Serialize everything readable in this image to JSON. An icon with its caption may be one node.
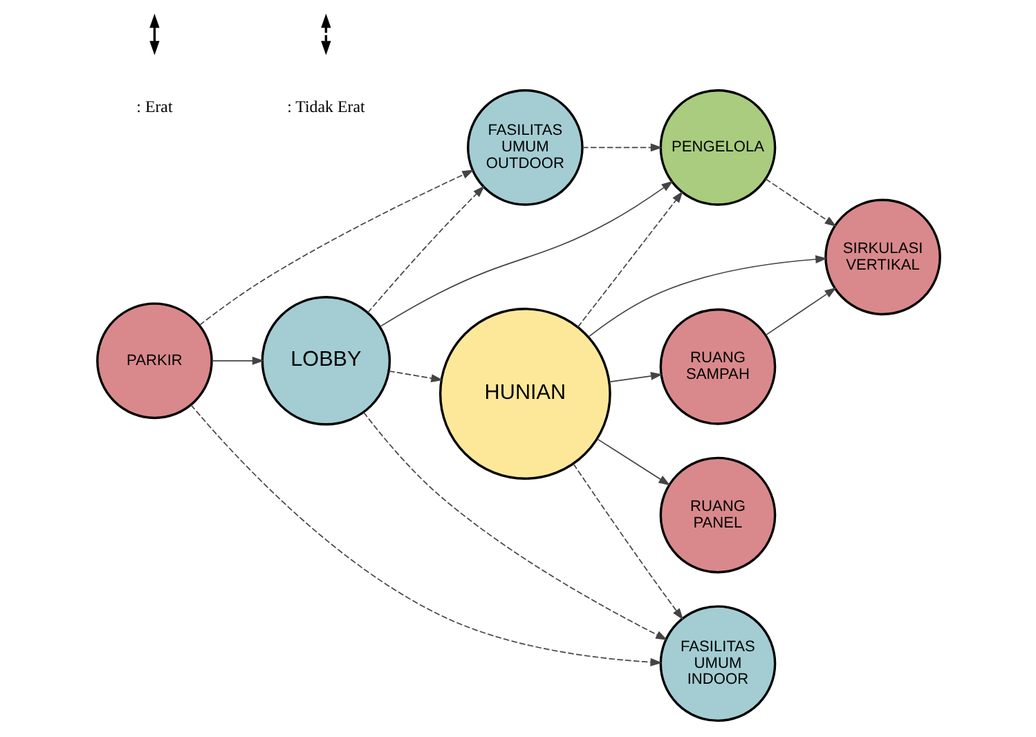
{
  "diagram": {
    "nodes": [
      {
        "text": [
          "SIRKULASI VERTIKAL"
        ]
      },
      {
        "text": [
          "PENGELOLA"
        ]
      },
      {
        "text": [
          "FASILITAS UMUM OUTDOOR"
        ]
      },
      {
        "text": [
          "RUANG SAMPAH"
        ]
      },
      {
        "text": [
          "LOBBY"
        ]
      },
      {
        "text": [
          "HUNIAN"
        ]
      },
      {
        "text": [
          "RUANG PANEL"
        ]
      },
      {
        "text": [
          "FASILITAS UMUM INDOOR"
        ]
      },
      {
        "text": [
          "PARKIR"
        ]
      }
    ],
    "edges": [
      {
        "from": 1,
        "to": 0,
        "arrow": "to",
        "style": "dashed"
      },
      {
        "from": 2,
        "to": 1,
        "arrow": "to",
        "style": "dashed"
      },
      {
        "from": 3,
        "to": 0,
        "arrow": "to"
      },
      {
        "from": 5,
        "to": 0,
        "arrow": "to"
      },
      {
        "from": 5,
        "to": 3,
        "arrow": "to"
      },
      {
        "from": 5,
        "to": 1,
        "arrow": "to",
        "style": "dashed"
      },
      {
        "from": 4,
        "to": 1,
        "arrow": "to"
      },
      {
        "from": 4,
        "to": 2,
        "arrow": "to",
        "style": "dashed"
      },
      {
        "from": 4,
        "to": 5,
        "arrow": "to",
        "style": "dashed"
      },
      {
        "from": 5,
        "to": 6,
        "arrow": "to"
      },
      {
        "from": 4,
        "to": 7,
        "arrow": "to",
        "style": "dashed"
      },
      {
        "from": 5,
        "to": 7,
        "arrow": "to",
        "style": "dashed"
      },
      {
        "from": 8,
        "to": 7,
        "arrow": "to",
        "style": "dashed"
      },
      {
        "from": 8,
        "to": 4,
        "arrow": "to"
      },
      {
        "from": 8,
        "to": 2,
        "arrow": "to",
        "style": "dashed"
      }
    ],
    "legend": [
      {
        "text": ": Erat"
      },
      {
        "text": ": Tidak Erat"
      }
    ]
  }
}
